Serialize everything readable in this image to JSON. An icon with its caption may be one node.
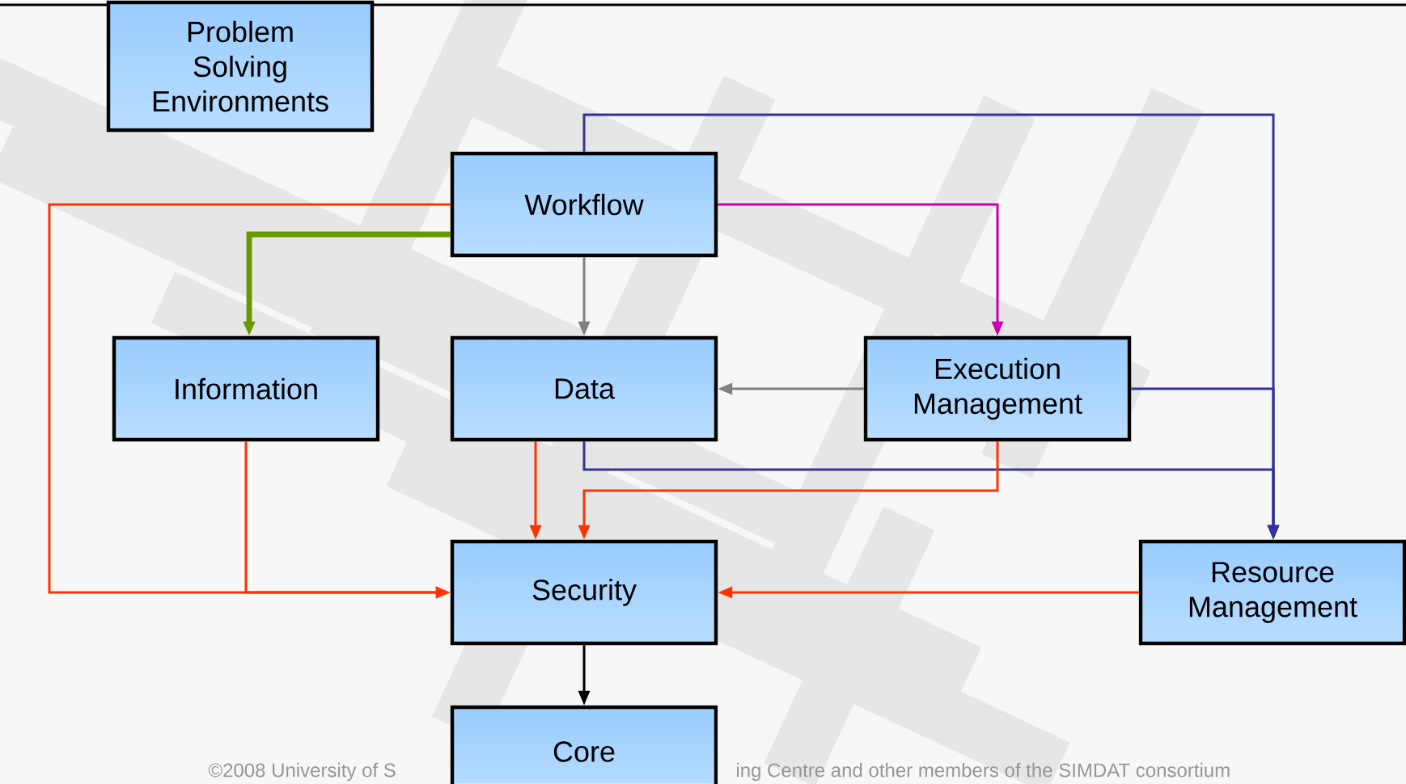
{
  "diagram": {
    "nodes": [
      {
        "text": [
          "Problem Solving Environments"
        ]
      },
      {
        "text": [
          "Workflow"
        ]
      },
      {
        "text": [
          "Information"
        ]
      },
      {
        "text": [
          "Data"
        ]
      },
      {
        "text": [
          "Execution Management"
        ]
      },
      {
        "text": [
          "Security"
        ]
      },
      {
        "text": [
          "Resource Management"
        ]
      },
      {
        "text": [
          "Core"
        ]
      }
    ],
    "edges": [
      {
        "from": 1,
        "to": 5,
        "arrow": "to",
        "color": "#ff3300"
      },
      {
        "from": 2,
        "to": 5,
        "arrow": "to",
        "color": "#ff3300"
      },
      {
        "from": 1,
        "to": 2,
        "arrow": "to",
        "style": "thick",
        "color": "#669900"
      },
      {
        "from": 1,
        "to": 3,
        "arrow": "to",
        "color": "#808080"
      },
      {
        "from": 1,
        "to": 4,
        "arrow": "to",
        "color": "#cc00aa"
      },
      {
        "from": 1,
        "to": 6,
        "arrow": "to",
        "color": "#333399"
      },
      {
        "from": 4,
        "to": 6,
        "arrow": "to",
        "color": "#333399"
      },
      {
        "from": 3,
        "to": 6,
        "arrow": "to",
        "color": "#333399"
      },
      {
        "from": 4,
        "to": 3,
        "arrow": "to",
        "color": "#808080"
      },
      {
        "from": 3,
        "to": 5,
        "arrow": "to",
        "color": "#ff3300"
      },
      {
        "from": 4,
        "to": 5,
        "arrow": "to",
        "color": "#ff3300"
      },
      {
        "from": 6,
        "to": 5,
        "arrow": "to",
        "color": "#ff3300"
      },
      {
        "from": 5,
        "to": 7,
        "arrow": "to",
        "color": "#000000"
      }
    ],
    "labels": [
      "©2008 University of S",
      "ing Centre and other members of the SIMDAT consortium"
    ]
  }
}
